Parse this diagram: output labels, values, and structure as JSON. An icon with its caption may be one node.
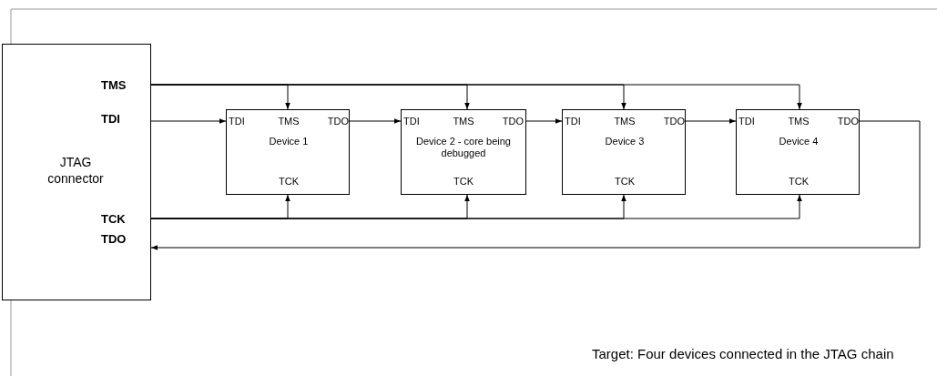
{
  "diagram": {
    "caption": "Target: Four devices connected in the JTAG chain",
    "nodes": [
      {
        "text": [
          "TMS",
          "TDI",
          "JTAG connector",
          "TCK",
          "TDO"
        ]
      },
      {
        "text": [
          "TDI",
          "TMS",
          "TDO",
          "Device 1",
          "TCK"
        ]
      },
      {
        "text": [
          "TDI",
          "TMS",
          "TDO",
          "Device 2 - core being debugged",
          "TCK"
        ]
      },
      {
        "text": [
          "TDI",
          "TMS",
          "TDO",
          "Device 3",
          "TCK"
        ]
      },
      {
        "text": [
          "TDI",
          "TMS",
          "TDO",
          "Device 4",
          "TCK"
        ]
      }
    ],
    "edges": [
      {
        "from": 0,
        "to": 1,
        "arrow": "to"
      },
      {
        "from": 0,
        "to": 2,
        "arrow": "to"
      },
      {
        "from": 0,
        "to": 3,
        "arrow": "to"
      },
      {
        "from": 0,
        "to": 4,
        "arrow": "to"
      },
      {
        "from": 0,
        "to": 1,
        "arrow": "to"
      },
      {
        "from": 1,
        "to": 2,
        "arrow": "to"
      },
      {
        "from": 2,
        "to": 3,
        "arrow": "to"
      },
      {
        "from": 3,
        "to": 4,
        "arrow": "to"
      },
      {
        "from": 4,
        "to": 0,
        "arrow": "to"
      },
      {
        "from": 0,
        "to": 1,
        "arrow": "to"
      },
      {
        "from": 0,
        "to": 2,
        "arrow": "to"
      },
      {
        "from": 0,
        "to": 3,
        "arrow": "to"
      },
      {
        "from": 0,
        "to": 4,
        "arrow": "to"
      }
    ]
  }
}
